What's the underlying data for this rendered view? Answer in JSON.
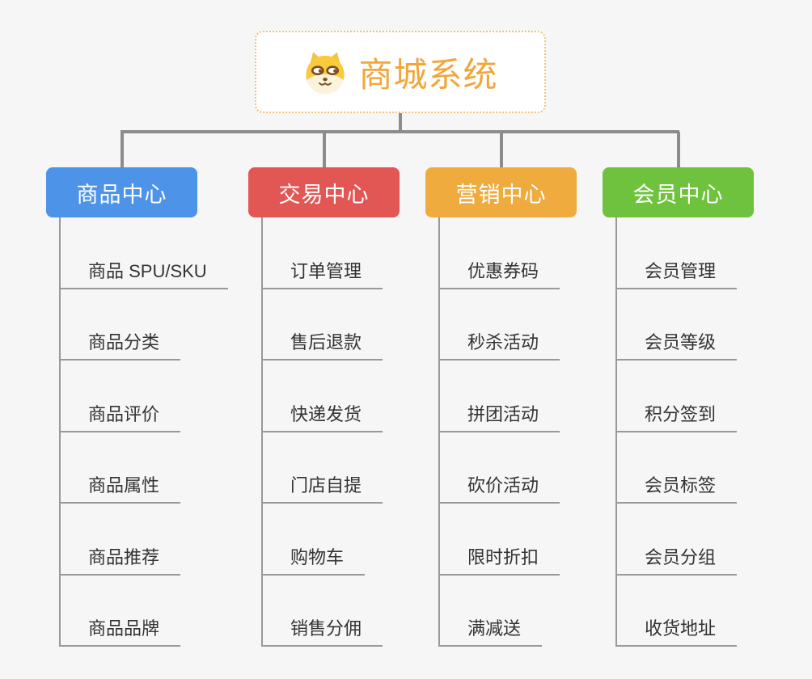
{
  "root": {
    "title": "商城系统",
    "icon": "doge-icon"
  },
  "branches": [
    {
      "label": "商品中心",
      "color": "#4d93e8",
      "items": [
        "商品 SPU/SKU",
        "商品分类",
        "商品评价",
        "商品属性",
        "商品推荐",
        "商品品牌"
      ]
    },
    {
      "label": "交易中心",
      "color": "#e25754",
      "items": [
        "订单管理",
        "售后退款",
        "快递发货",
        "门店自提",
        "购物车",
        "销售分佣"
      ]
    },
    {
      "label": "营销中心",
      "color": "#efab3e",
      "items": [
        "优惠券码",
        "秒杀活动",
        "拼团活动",
        "砍价活动",
        "限时折扣",
        "满减送"
      ]
    },
    {
      "label": "会员中心",
      "color": "#6fc23e",
      "items": [
        "会员管理",
        "会员等级",
        "积分签到",
        "会员标签",
        "会员分组",
        "收货地址"
      ]
    }
  ],
  "colors": {
    "background": "#f6f6f6",
    "connector": "#8c8c8c",
    "line": "#999999",
    "title": "#f1a63b",
    "root_border": "#f0c173",
    "leaf_text": "#333333"
  }
}
